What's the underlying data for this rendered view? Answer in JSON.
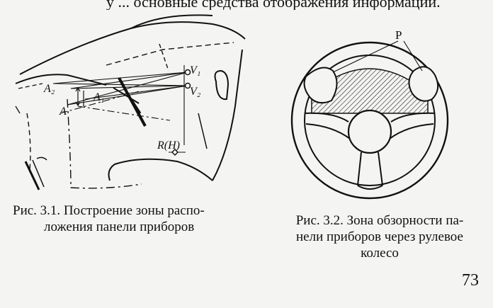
{
  "header": {
    "text": "у ... основные средства отображения информации."
  },
  "figure1": {
    "labels": {
      "a2": "A₂",
      "a1": "A₁",
      "a": "A",
      "v1": "V₁",
      "v2": "V₂",
      "rh": "R(H)"
    },
    "caption": {
      "line1": "Рис. 3.1. Построение зоны распо-",
      "line2": "ложения панели приборов"
    }
  },
  "figure2": {
    "labels": {
      "p": "P"
    },
    "caption": {
      "line1": "Рис. 3.2. Зона обзорности па-",
      "line2": "нели приборов через рулевое",
      "line3": "колесо"
    }
  },
  "page_number": "73"
}
